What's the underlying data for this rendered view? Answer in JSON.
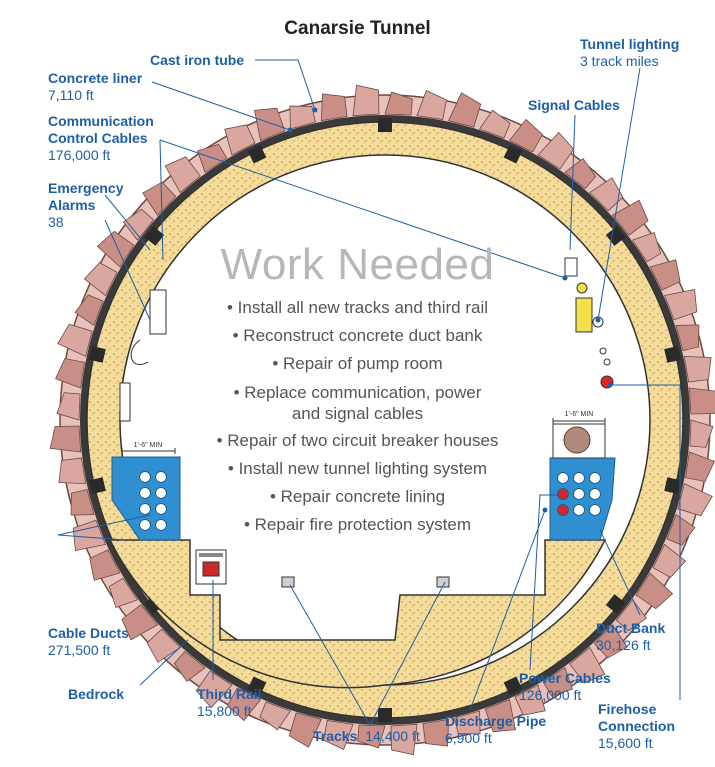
{
  "title": "Canarsie Tunnel",
  "work_needed": {
    "heading": "Work Needed",
    "items": [
      "• Install all new tracks and third rail",
      "• Reconstruct concrete duct bank",
      "• Repair of pump room",
      "• Replace communication, power",
      "and signal cables",
      "• Repair of two circuit breaker houses",
      "• Install new tunnel lighting system",
      "• Repair concrete lining",
      "• Repair fire protection system"
    ]
  },
  "labels": {
    "cast_iron_tube": {
      "name": "Cast iron tube"
    },
    "concrete_liner": {
      "name": "Concrete liner",
      "value": "7,110 ft"
    },
    "comm_cables": {
      "name": "Communication",
      "name2": "Control Cables",
      "value": "176,000 ft"
    },
    "emergency_alarms": {
      "name": "Emergency",
      "name2": "Alarms",
      "value": "38"
    },
    "tunnel_lighting": {
      "name": "Tunnel lighting",
      "value": "3 track miles"
    },
    "signal_cables": {
      "name": "Signal Cables"
    },
    "cable_ducts": {
      "name": "Cable Ducts",
      "value": "271,500 ft"
    },
    "bedrock": {
      "name": "Bedrock"
    },
    "third_rail": {
      "name": "Third Rail",
      "value": "15,800 ft"
    },
    "tracks": {
      "name": "Tracks",
      "value": "14,400 ft"
    },
    "discharge_pipe": {
      "name": "Discharge Pipe",
      "value": "6,900 ft"
    },
    "power_cables": {
      "name": "Power Cables",
      "value": "126,000 ft"
    },
    "duct_bank": {
      "name": "Duct Bank",
      "value": "30,126 ft"
    },
    "firehose": {
      "name": "Firehose",
      "name2": "Connection",
      "value": "15,600 ft"
    }
  },
  "dimension_left": "1'-6\" MIN",
  "dimension_right": "1'-6\" MIN",
  "colors": {
    "label_blue": "#1f5fa6",
    "concrete": "#f5dc9a",
    "duct_blue": "#2f8fd0",
    "rock": "#c98f86",
    "power_red": "#d9262b",
    "lighting_yellow": "#f2e14a"
  }
}
